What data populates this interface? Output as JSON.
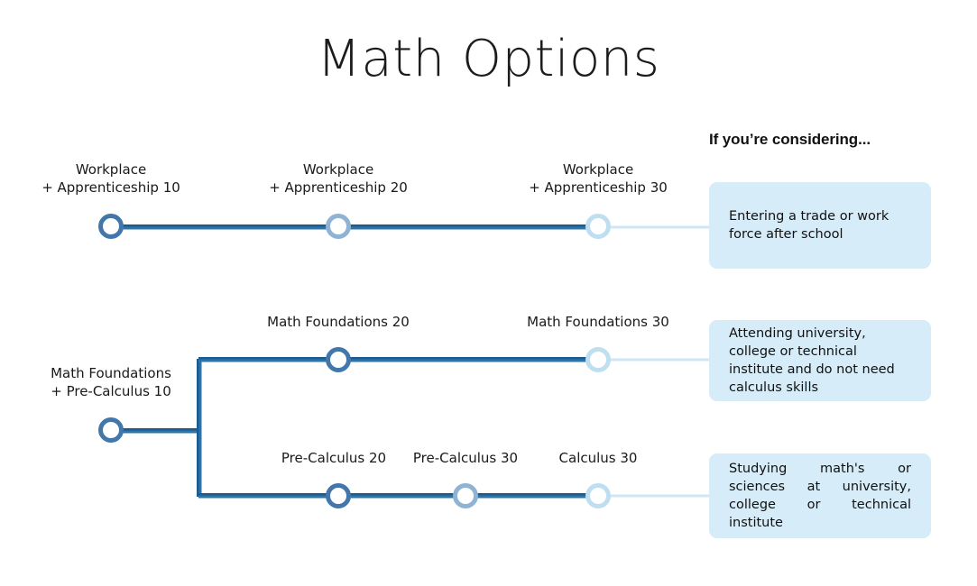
{
  "title": "Math Options",
  "right_column": {
    "header": "If you’re considering..."
  },
  "colors": {
    "line_dark": "#1a5c8f",
    "line_mid": "#2e74a8",
    "line_pale": "#cfe6f4",
    "node_strong": "#4277ab",
    "node_mid": "#8fb3d4",
    "node_pale": "#bfdff0",
    "box_bg": "#d6ecf9",
    "text": "#111111"
  },
  "rows": [
    {
      "id": "workplace-track",
      "nodes": [
        {
          "label": "Workplace\n+ Apprenticeship 10",
          "tone": "strong"
        },
        {
          "label": "Workplace\n+ Apprenticeship 20",
          "tone": "mid"
        },
        {
          "label": "Workplace\n+ Apprenticeship 30",
          "tone": "pale"
        }
      ],
      "outcome": "Entering a trade or work force after school"
    },
    {
      "id": "foundations-track",
      "nodes": [
        {
          "label": "Math Foundations 20",
          "tone": "strong"
        },
        {
          "label": "Math Foundations 30",
          "tone": "pale"
        }
      ],
      "outcome": "Attending university, college or technical institute and do not need calculus skills"
    },
    {
      "id": "precalculus-track",
      "nodes": [
        {
          "label": "Pre-Calculus 20",
          "tone": "strong"
        },
        {
          "label": "Pre-Calculus 30",
          "tone": "mid"
        },
        {
          "label": "Calculus 30",
          "tone": "pale"
        }
      ],
      "outcome": "Studying math's or sciences at university, college or technical institute"
    }
  ],
  "root_node": {
    "label": "Math Foundations\n+ Pre-Calculus 10",
    "tone": "strong"
  }
}
